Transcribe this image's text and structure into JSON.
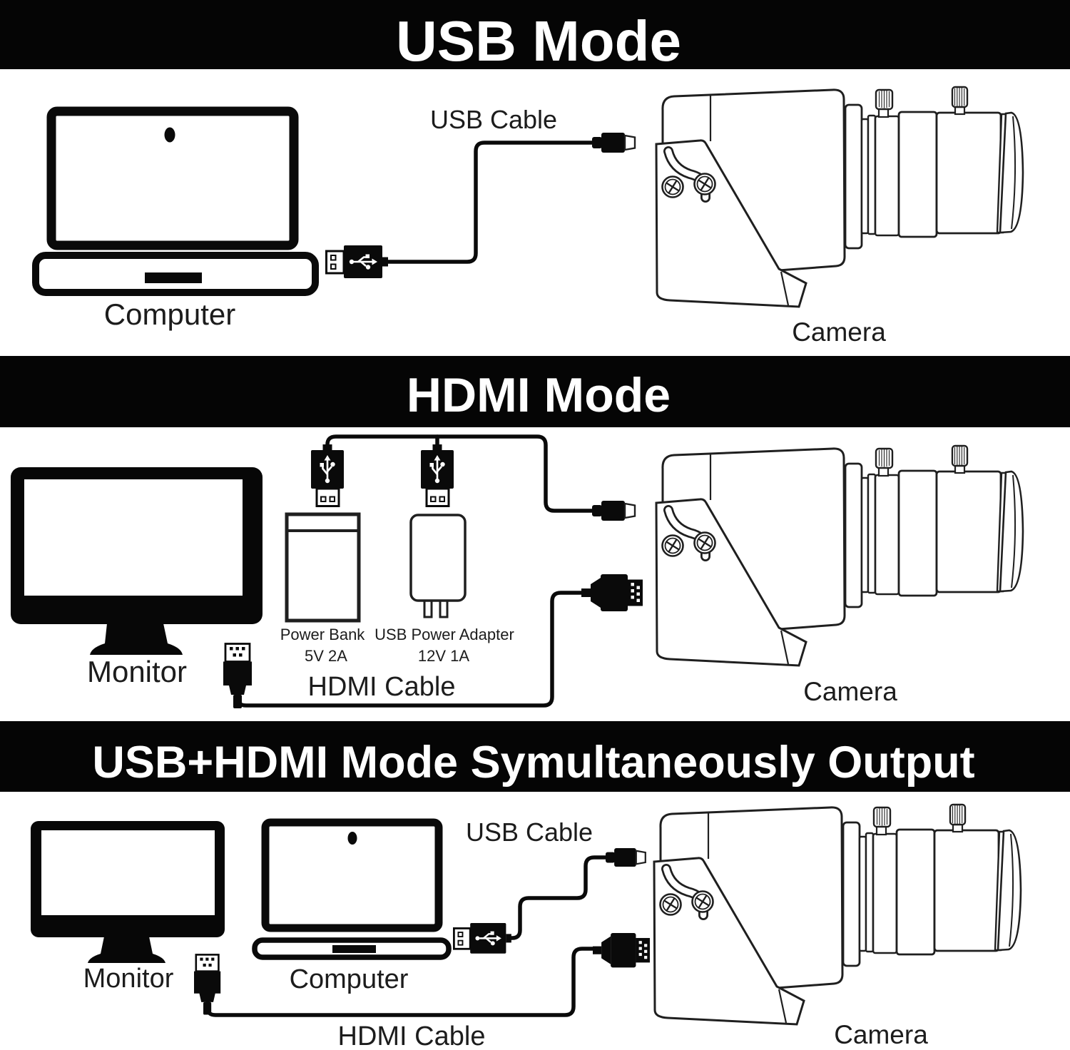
{
  "palette": {
    "background": "#ffffff",
    "banner_bg": "#050505",
    "banner_text": "#ffffff",
    "line_art": "#1f1f1f",
    "label_text": "#1c1c1c"
  },
  "sections": [
    {
      "id": "usb-mode",
      "title": "USB Mode",
      "labels": {
        "usb_cable": "USB Cable",
        "computer": "Computer",
        "camera": "Camera"
      }
    },
    {
      "id": "hdmi-mode",
      "title": "HDMI Mode",
      "labels": {
        "monitor": "Monitor",
        "power_bank_line1": "Power Bank",
        "power_bank_line2": "5V 2A",
        "adapter_line1": "USB Power Adapter",
        "adapter_line2": "12V 1A",
        "hdmi_cable": "HDMI Cable",
        "camera": "Camera"
      }
    },
    {
      "id": "usb-hdmi-mode",
      "title": "USB+HDMI Mode Symultaneously Output",
      "labels": {
        "monitor": "Monitor",
        "computer": "Computer",
        "usb_cable": "USB Cable",
        "hdmi_cable": "HDMI Cable",
        "camera": "Camera"
      }
    }
  ]
}
